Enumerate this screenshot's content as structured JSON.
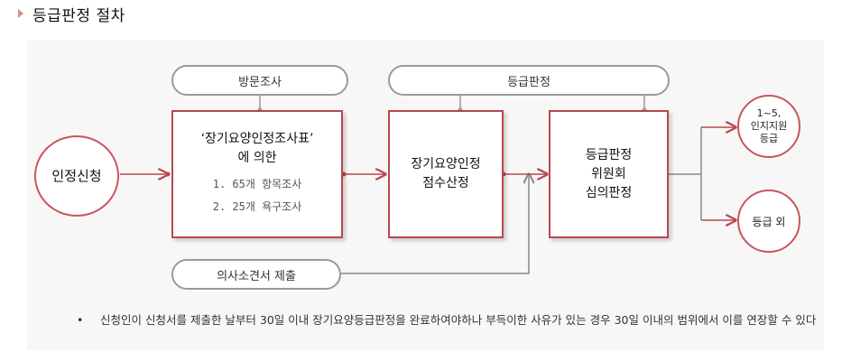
{
  "header": {
    "title": "등급판정 절차",
    "icon": "triangle-bullet-icon"
  },
  "colors": {
    "accent": "#b9474d",
    "pill_border": "#9a9a9a",
    "panel_bg": "#f7f7f7"
  },
  "pills": {
    "visit_survey": "방문조사",
    "grade_judgment": "등급판정",
    "doctor_opinion": "의사소견서 제출"
  },
  "nodes": {
    "application": "인정신청",
    "survey_title_line1": "‘장기요양인정조사표’",
    "survey_title_line2": "에 의한",
    "survey_item1": "1. 65개 항목조사",
    "survey_item2": "2. 25개 욕구조사",
    "score_line1": "장기요양인정",
    "score_line2": "점수산정",
    "committee_line1": "등급판정",
    "committee_line2": "위원회",
    "committee_line3": "심의판정",
    "grade1_line1": "1~5,",
    "grade1_line2": "인지지원",
    "grade1_line3": "등급",
    "grade_out": "등급 외"
  },
  "note": {
    "bullet": "•",
    "text": "신청인이 신청서를 제출한 날부터 30일 이내 장기요양등급판정을 완료하여야하나 부득이한 사유가 있는 경우 30일 이내의 범위에서 이를 연장할 수 있다"
  }
}
